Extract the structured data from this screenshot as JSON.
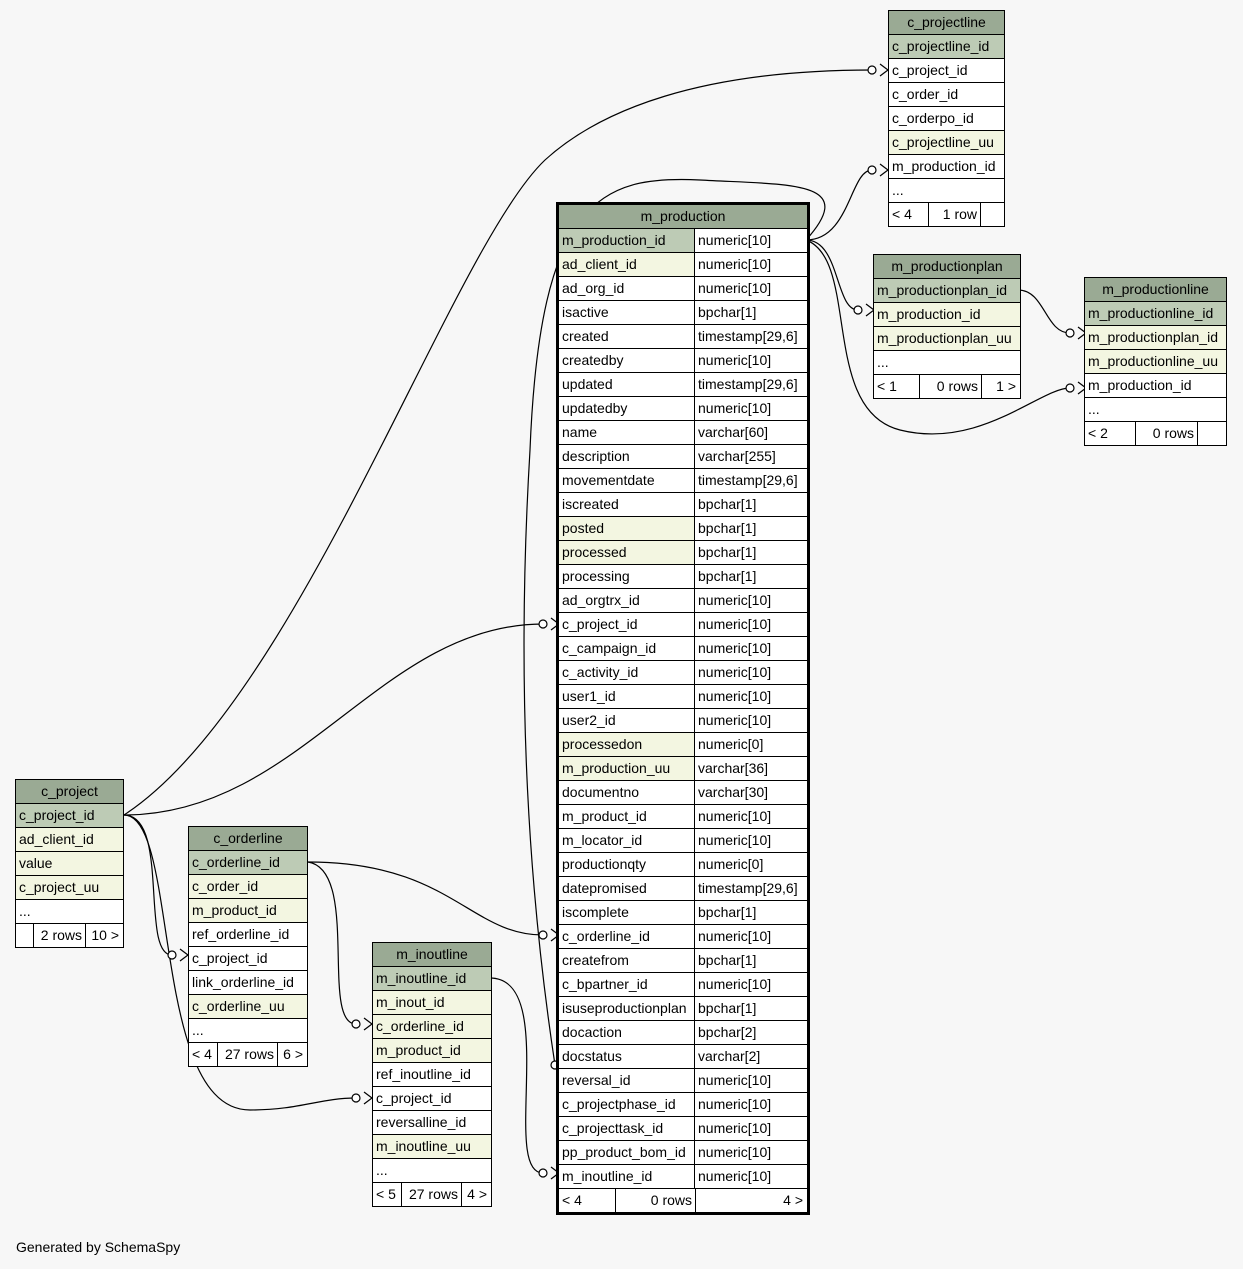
{
  "footer": "Generated by SchemaSpy",
  "colors": {
    "header": "#9aaa94",
    "primary_key": "#bdcbb5",
    "indexed": "#f3f6e1",
    "plain": "#ffffff",
    "background": "#f7f7f7"
  },
  "tables": {
    "c_projectline": {
      "name": "c_projectline",
      "columns": [
        {
          "name": "c_projectline_id",
          "kind": "pk"
        },
        {
          "name": "c_project_id",
          "kind": "plain"
        },
        {
          "name": "c_order_id",
          "kind": "plain"
        },
        {
          "name": "c_orderpo_id",
          "kind": "plain"
        },
        {
          "name": "c_projectline_uu",
          "kind": "idx"
        },
        {
          "name": "m_production_id",
          "kind": "plain"
        },
        {
          "name": "...",
          "kind": "plain"
        }
      ],
      "footer": [
        "< 4",
        "1 row",
        ""
      ]
    },
    "m_production": {
      "name": "m_production",
      "columns": [
        {
          "name": "m_production_id",
          "type": "numeric[10]",
          "kind": "pk"
        },
        {
          "name": "ad_client_id",
          "type": "numeric[10]",
          "kind": "idx"
        },
        {
          "name": "ad_org_id",
          "type": "numeric[10]",
          "kind": "plain"
        },
        {
          "name": "isactive",
          "type": "bpchar[1]",
          "kind": "plain"
        },
        {
          "name": "created",
          "type": "timestamp[29,6]",
          "kind": "plain"
        },
        {
          "name": "createdby",
          "type": "numeric[10]",
          "kind": "plain"
        },
        {
          "name": "updated",
          "type": "timestamp[29,6]",
          "kind": "plain"
        },
        {
          "name": "updatedby",
          "type": "numeric[10]",
          "kind": "plain"
        },
        {
          "name": "name",
          "type": "varchar[60]",
          "kind": "plain"
        },
        {
          "name": "description",
          "type": "varchar[255]",
          "kind": "plain"
        },
        {
          "name": "movementdate",
          "type": "timestamp[29,6]",
          "kind": "plain"
        },
        {
          "name": "iscreated",
          "type": "bpchar[1]",
          "kind": "plain"
        },
        {
          "name": "posted",
          "type": "bpchar[1]",
          "kind": "idx"
        },
        {
          "name": "processed",
          "type": "bpchar[1]",
          "kind": "idx"
        },
        {
          "name": "processing",
          "type": "bpchar[1]",
          "kind": "plain"
        },
        {
          "name": "ad_orgtrx_id",
          "type": "numeric[10]",
          "kind": "plain"
        },
        {
          "name": "c_project_id",
          "type": "numeric[10]",
          "kind": "plain"
        },
        {
          "name": "c_campaign_id",
          "type": "numeric[10]",
          "kind": "plain"
        },
        {
          "name": "c_activity_id",
          "type": "numeric[10]",
          "kind": "plain"
        },
        {
          "name": "user1_id",
          "type": "numeric[10]",
          "kind": "plain"
        },
        {
          "name": "user2_id",
          "type": "numeric[10]",
          "kind": "plain"
        },
        {
          "name": "processedon",
          "type": "numeric[0]",
          "kind": "idx"
        },
        {
          "name": "m_production_uu",
          "type": "varchar[36]",
          "kind": "idx"
        },
        {
          "name": "documentno",
          "type": "varchar[30]",
          "kind": "plain"
        },
        {
          "name": "m_product_id",
          "type": "numeric[10]",
          "kind": "plain"
        },
        {
          "name": "m_locator_id",
          "type": "numeric[10]",
          "kind": "plain"
        },
        {
          "name": "productionqty",
          "type": "numeric[0]",
          "kind": "plain"
        },
        {
          "name": "datepromised",
          "type": "timestamp[29,6]",
          "kind": "plain"
        },
        {
          "name": "iscomplete",
          "type": "bpchar[1]",
          "kind": "plain"
        },
        {
          "name": "c_orderline_id",
          "type": "numeric[10]",
          "kind": "plain"
        },
        {
          "name": "createfrom",
          "type": "bpchar[1]",
          "kind": "plain"
        },
        {
          "name": "c_bpartner_id",
          "type": "numeric[10]",
          "kind": "plain"
        },
        {
          "name": "isuseproductionplan",
          "type": "bpchar[1]",
          "kind": "plain"
        },
        {
          "name": "docaction",
          "type": "bpchar[2]",
          "kind": "plain"
        },
        {
          "name": "docstatus",
          "type": "varchar[2]",
          "kind": "plain"
        },
        {
          "name": "reversal_id",
          "type": "numeric[10]",
          "kind": "plain"
        },
        {
          "name": "c_projectphase_id",
          "type": "numeric[10]",
          "kind": "plain"
        },
        {
          "name": "c_projecttask_id",
          "type": "numeric[10]",
          "kind": "plain"
        },
        {
          "name": "pp_product_bom_id",
          "type": "numeric[10]",
          "kind": "plain"
        },
        {
          "name": "m_inoutline_id",
          "type": "numeric[10]",
          "kind": "plain"
        }
      ],
      "footer": [
        "< 4",
        "0 rows",
        "4 >"
      ]
    },
    "m_productionplan": {
      "name": "m_productionplan",
      "columns": [
        {
          "name": "m_productionplan_id",
          "kind": "pk"
        },
        {
          "name": "m_production_id",
          "kind": "idx"
        },
        {
          "name": "m_productionplan_uu",
          "kind": "idx"
        },
        {
          "name": "...",
          "kind": "plain"
        }
      ],
      "footer": [
        "< 1",
        "0 rows",
        "1 >"
      ]
    },
    "m_productionline": {
      "name": "m_productionline",
      "columns": [
        {
          "name": "m_productionline_id",
          "kind": "pk"
        },
        {
          "name": "m_productionplan_id",
          "kind": "idx"
        },
        {
          "name": "m_productionline_uu",
          "kind": "idx"
        },
        {
          "name": "m_production_id",
          "kind": "plain"
        },
        {
          "name": "...",
          "kind": "plain"
        }
      ],
      "footer": [
        "< 2",
        "0 rows",
        ""
      ]
    },
    "c_project": {
      "name": "c_project",
      "columns": [
        {
          "name": "c_project_id",
          "kind": "pk"
        },
        {
          "name": "ad_client_id",
          "kind": "idx"
        },
        {
          "name": "value",
          "kind": "idx"
        },
        {
          "name": "c_project_uu",
          "kind": "idx"
        },
        {
          "name": "...",
          "kind": "plain"
        }
      ],
      "footer": [
        "",
        "2 rows",
        "10 >"
      ]
    },
    "c_orderline": {
      "name": "c_orderline",
      "columns": [
        {
          "name": "c_orderline_id",
          "kind": "pk"
        },
        {
          "name": "c_order_id",
          "kind": "idx"
        },
        {
          "name": "m_product_id",
          "kind": "idx"
        },
        {
          "name": "ref_orderline_id",
          "kind": "plain"
        },
        {
          "name": "c_project_id",
          "kind": "plain"
        },
        {
          "name": "link_orderline_id",
          "kind": "plain"
        },
        {
          "name": "c_orderline_uu",
          "kind": "idx"
        },
        {
          "name": "...",
          "kind": "plain"
        }
      ],
      "footer": [
        "< 4",
        "27 rows",
        "6 >"
      ]
    },
    "m_inoutline": {
      "name": "m_inoutline",
      "columns": [
        {
          "name": "m_inoutline_id",
          "kind": "pk"
        },
        {
          "name": "m_inout_id",
          "kind": "idx"
        },
        {
          "name": "c_orderline_id",
          "kind": "idx"
        },
        {
          "name": "m_product_id",
          "kind": "idx"
        },
        {
          "name": "ref_inoutline_id",
          "kind": "plain"
        },
        {
          "name": "c_project_id",
          "kind": "plain"
        },
        {
          "name": "reversalline_id",
          "kind": "plain"
        },
        {
          "name": "m_inoutline_uu",
          "kind": "idx"
        },
        {
          "name": "...",
          "kind": "plain"
        }
      ],
      "footer": [
        "< 5",
        "27 rows",
        "4 >"
      ]
    }
  }
}
